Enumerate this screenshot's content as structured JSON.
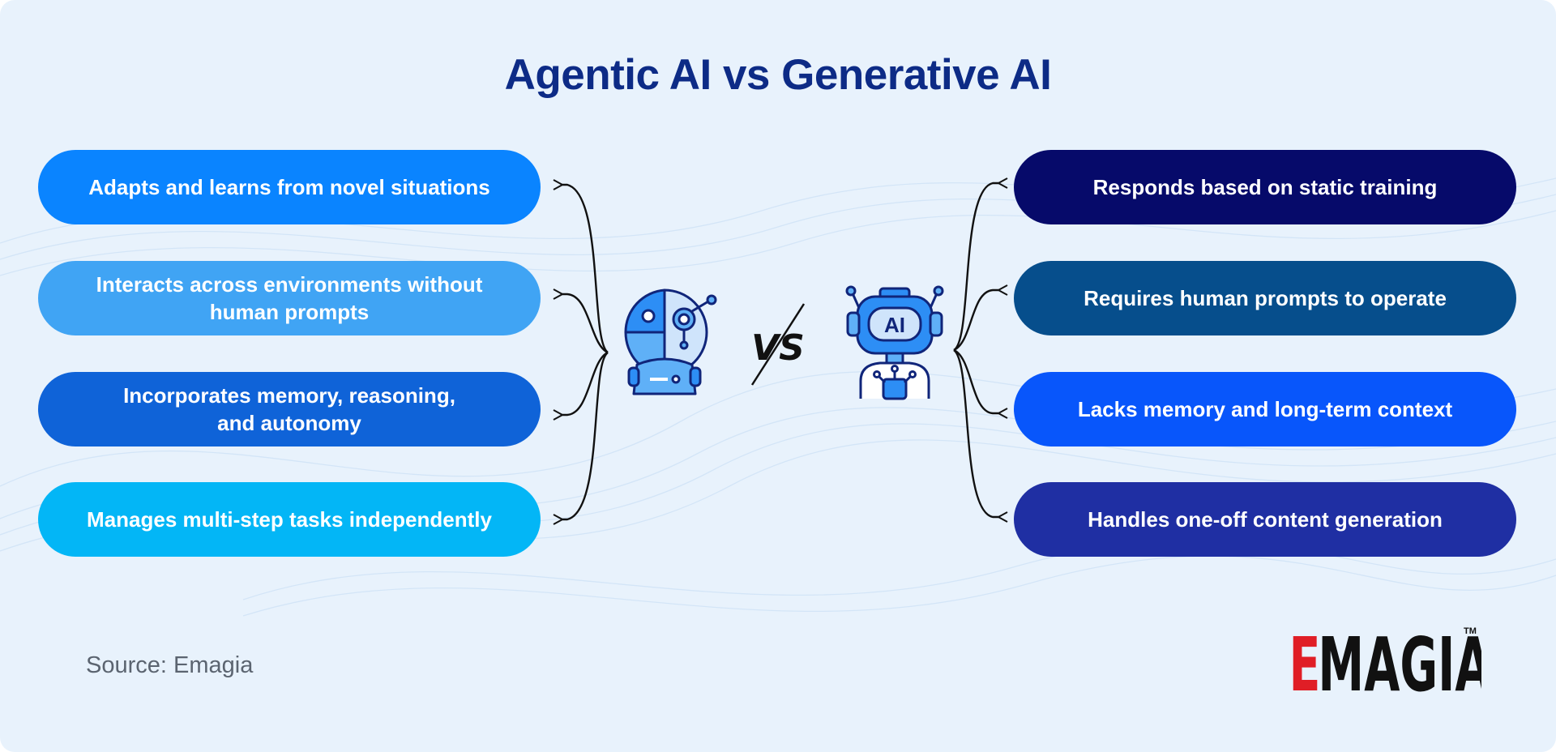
{
  "title": "Agentic AI vs Generative AI",
  "agentic": {
    "items": [
      {
        "lines": [
          "Adapts and learns from novel situations"
        ],
        "color": "#0a84ff"
      },
      {
        "lines": [
          "Interacts across environments without",
          "human prompts"
        ],
        "color": "#40a4f4"
      },
      {
        "lines": [
          "Incorporates memory, reasoning,",
          "and autonomy"
        ],
        "color": "#0f63d8"
      },
      {
        "lines": [
          "Manages multi-step tasks independently"
        ],
        "color": "#03b6f6"
      }
    ]
  },
  "generative": {
    "items": [
      {
        "lines": [
          "Responds based on static training"
        ],
        "color": "#060a6a"
      },
      {
        "lines": [
          "Requires human prompts to operate"
        ],
        "color": "#064e8c"
      },
      {
        "lines": [
          "Lacks memory and long-term context"
        ],
        "color": "#0856fb"
      },
      {
        "lines": [
          "Handles one-off content generation"
        ],
        "color": "#1f2fa3"
      }
    ]
  },
  "icons": {
    "agentic": "agentic-robot-icon",
    "generative": "generative-ai-robot-icon",
    "generative_label": "AI",
    "versus": "VS"
  },
  "source": "Source: Emagia",
  "logo": {
    "text": "EMAGIA",
    "trademark": "TM",
    "accent": "#e01e26"
  }
}
